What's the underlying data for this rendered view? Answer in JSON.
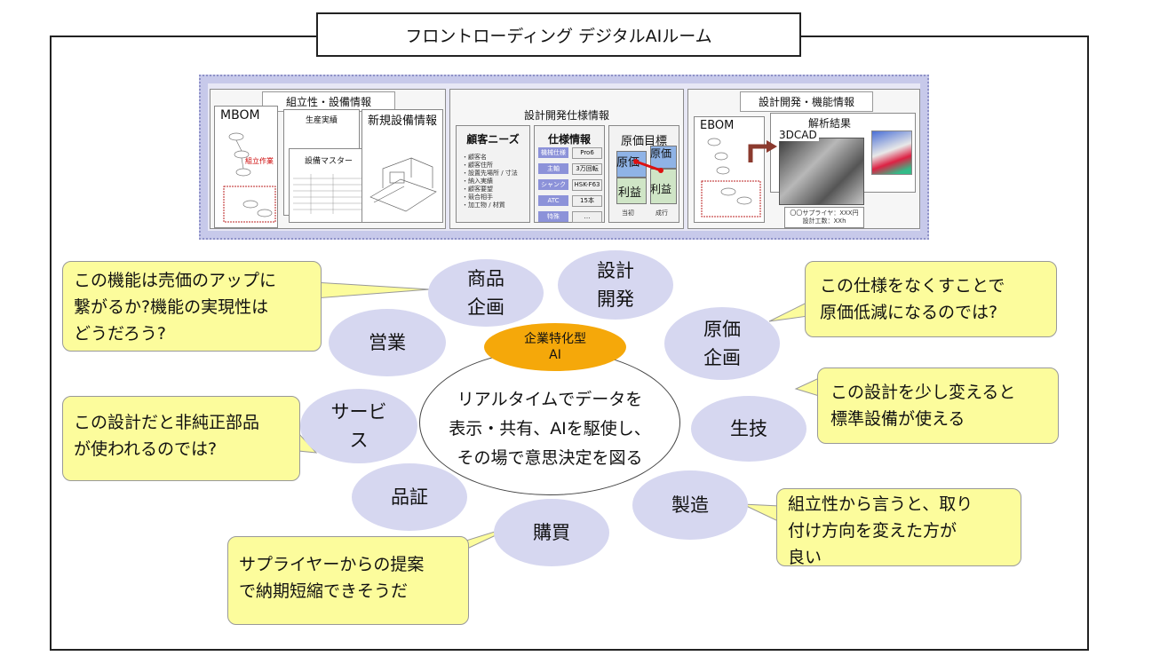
{
  "title": "フロントローディング デジタルAIルーム",
  "room": {
    "left_panel": {
      "label": "組立性・設備情報",
      "mbom": "MBOM",
      "production": "生産実績",
      "equipment_master": "設備マスター",
      "new_equipment": "新規設備情報",
      "red_text": "組立作業"
    },
    "center_panel": {
      "label": "設計開発仕様情報",
      "customer_needs": "顧客ニーズ",
      "needs_items": [
        "・顧客名",
        "・顧客住所",
        "・設置先場所 / 寸法",
        "・納入実績",
        "・顧客要望",
        "・競合相手",
        "・加工物 / 材質"
      ],
      "spec_info": "仕様情報",
      "spec_rows": [
        {
          "key": "機械仕様",
          "val": "Pro6"
        },
        {
          "key": "主軸",
          "val": "3万回転"
        },
        {
          "key": "シャンク",
          "val": "HSK-F63"
        },
        {
          "key": "ATC",
          "val": "15本"
        },
        {
          "key": "特殊",
          "val": "…"
        }
      ],
      "cost_target": "原価目標",
      "cost1": "原価",
      "cost2": "原価",
      "profit1": "利益",
      "profit2": "利益",
      "current": "当初",
      "result": "成行"
    },
    "right_panel": {
      "label": "設計開発・機能情報",
      "ebom": "EBOM",
      "analysis": "解析結果",
      "cad": "3DCAD",
      "supplier": "〇〇サプライヤ：XXX円",
      "man_hours": "設計工数：XXh"
    }
  },
  "bubbles": {
    "shohin": [
      "商品",
      "企画"
    ],
    "sekkei": [
      "設計",
      "開発"
    ],
    "eigyo": "営業",
    "genka": [
      "原価",
      "企画"
    ],
    "service": [
      "サービ",
      "ス"
    ],
    "seigi": "生技",
    "hinsho": "品証",
    "seizo": "製造",
    "kobai": "購買"
  },
  "ai_label": [
    "企業特化型",
    "AI"
  ],
  "center_text": [
    "リアルタイムでデータを",
    "表示・共有、AIを駆使し、",
    "その場で意思決定を図る"
  ],
  "callouts": {
    "top_left": [
      "この機能は売価のアップに",
      "繋がるか?機能の実現性は",
      "どうだろう?"
    ],
    "top_right": [
      "この仕様をなくすことで",
      "原価低減になるのでは?"
    ],
    "mid_left": [
      "この設計だと非純正部品",
      "が使われるのでは?"
    ],
    "mid_right": [
      "この設計を少し変えると",
      "標準設備が使える"
    ],
    "bottom_right": [
      "組立性から言うと、取り",
      "付け方向を変えた方が",
      "良い"
    ],
    "bottom_left": [
      "サプライヤーからの提案",
      "で納期短縮できそうだ"
    ]
  },
  "colors": {
    "bubble": "#d6d7f0",
    "ai": "#f5a80a",
    "callout": "#fcfc9c",
    "room_bg": "#c7c9ea",
    "spec_blue": "#8c92d9"
  }
}
